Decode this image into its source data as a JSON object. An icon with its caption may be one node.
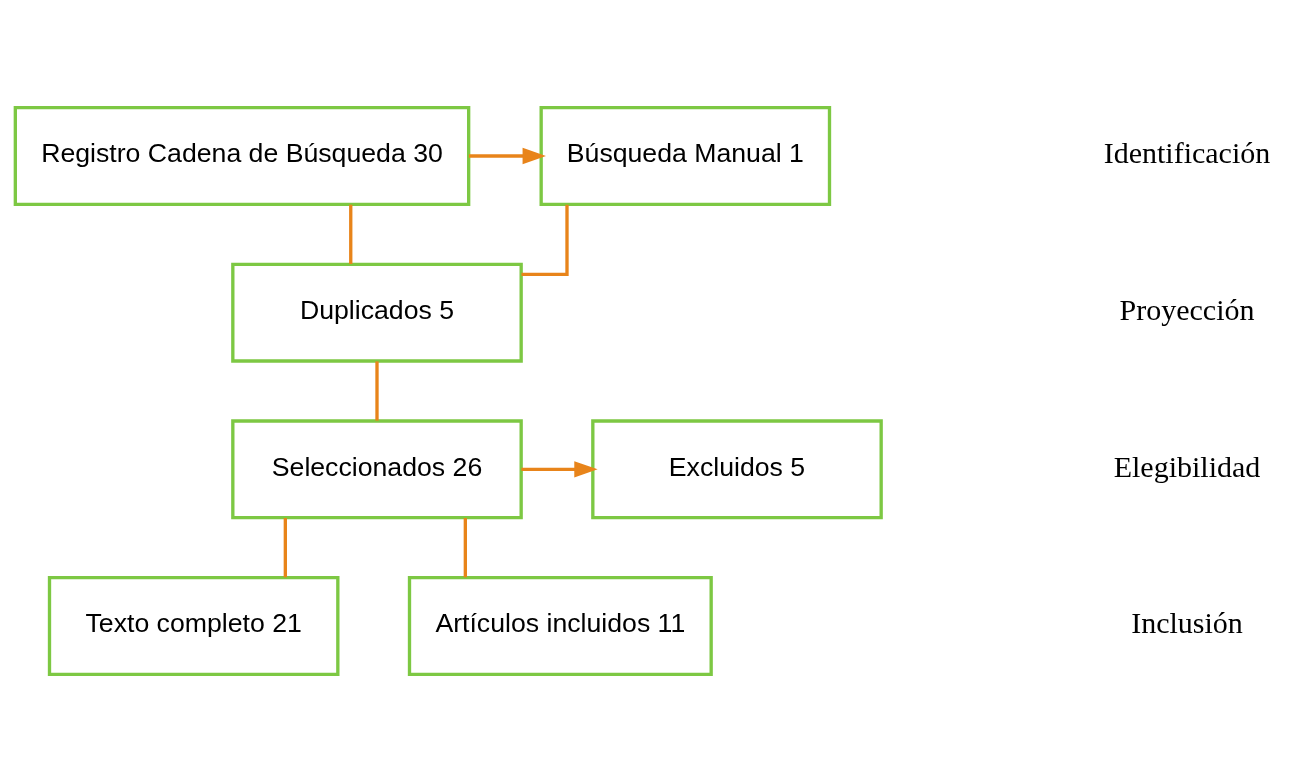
{
  "diagram": {
    "nodes": [
      {
        "text": [
          "Registro Cadena de Búsqueda 30"
        ]
      },
      {
        "text": [
          "Búsqueda Manual 1"
        ]
      },
      {
        "text": [
          "Duplicados 5"
        ]
      },
      {
        "text": [
          "Seleccionados 26"
        ]
      },
      {
        "text": [
          "Excluidos 5"
        ]
      },
      {
        "text": [
          "Texto completo 21"
        ]
      },
      {
        "text": [
          "Artículos incluidos 11"
        ]
      }
    ],
    "edges": [
      {
        "from": 0,
        "to": 1,
        "arrow": "to"
      },
      {
        "from": 0,
        "to": 2,
        "arrow": "none"
      },
      {
        "from": 1,
        "to": 2,
        "arrow": "none"
      },
      {
        "from": 2,
        "to": 3,
        "arrow": "none"
      },
      {
        "from": 3,
        "to": 4,
        "arrow": "to"
      },
      {
        "from": 3,
        "to": 5,
        "arrow": "none"
      },
      {
        "from": 3,
        "to": 6,
        "arrow": "none"
      }
    ],
    "labels": [
      "Identificación",
      "Proyección",
      "Elegibilidad",
      "Inclusión"
    ]
  }
}
